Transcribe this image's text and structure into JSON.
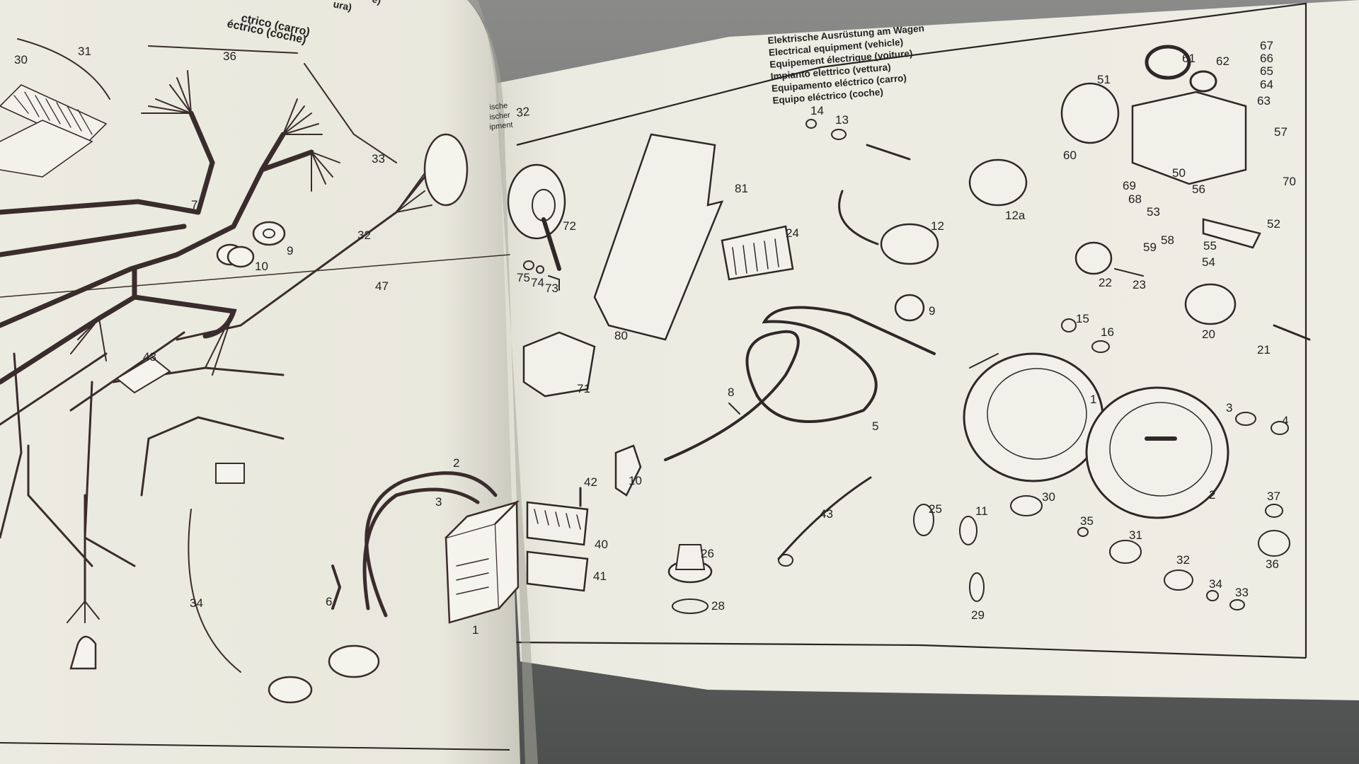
{
  "right_page": {
    "page_number": "32",
    "margin_labels": [
      "ische",
      "ischer",
      "ipment"
    ],
    "title_lines": [
      "Elektrische Ausrüstung am Wagen",
      "Electrical equipment (vehicle)",
      "Equipement électrique (voiture)",
      "Impianto elettrico (vettura)",
      "Equipamento eléctrico (carro)",
      "Equipo eléctrico (coche)"
    ],
    "part_labels": [
      "72",
      "75",
      "74",
      "73",
      "80",
      "71",
      "81",
      "24",
      "14",
      "13",
      "12",
      "12a",
      "9",
      "8",
      "10",
      "42",
      "40",
      "41",
      "26",
      "28",
      "43",
      "5",
      "51",
      "61",
      "62",
      "67",
      "66",
      "65",
      "64",
      "63",
      "60",
      "50",
      "57",
      "69",
      "68",
      "56",
      "70",
      "53",
      "59",
      "58",
      "52",
      "55",
      "54",
      "22",
      "23",
      "20",
      "21",
      "15",
      "16",
      "1",
      "3",
      "4",
      "2",
      "25",
      "11",
      "29",
      "30",
      "35",
      "31",
      "32",
      "34",
      "33",
      "37",
      "36"
    ]
  },
  "left_page": {
    "title_fragments": [
      "ura)",
      "e)",
      "ctrico (carro)",
      "éctrico (coche)"
    ],
    "part_labels": [
      "30",
      "31",
      "36",
      "33",
      "7",
      "9",
      "10",
      "32",
      "47",
      "43",
      "2",
      "3",
      "6",
      "1",
      "34"
    ]
  },
  "colors": {
    "paper": "#ecebe0",
    "background": "#6f7170",
    "ink": "#2a2424"
  }
}
